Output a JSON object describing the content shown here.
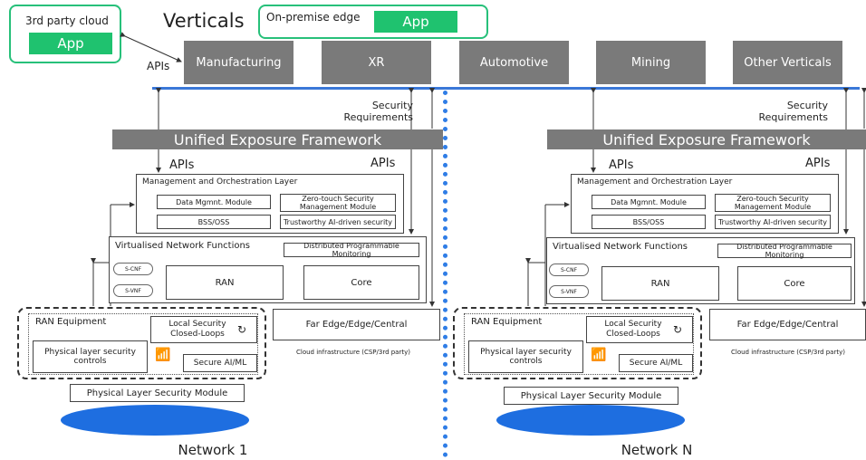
{
  "header": {
    "title": "Verticals",
    "third_party_cloud_label": "3rd party cloud",
    "third_party_app": "App",
    "on_premise_label": "On-premise edge",
    "on_premise_app": "App",
    "apis_label": "APIs"
  },
  "verticals": [
    "Manufacturing",
    "XR",
    "Automotive",
    "Mining",
    "Other Verticals"
  ],
  "networks": [
    {
      "security_requirements": "Security\nRequirements",
      "uef": "Unified Exposure Framework",
      "apis_left": "APIs",
      "apis_right": "APIs",
      "mgmt_title": "Management and Orchestration Layer",
      "data_mgmt": "Data Mgmnt. Module",
      "zero_touch": "Zero-touch Security Management Module",
      "bss_oss": "BSS/OSS",
      "trustworthy_ai": "Trustworthy AI-driven security",
      "vnf_title": "Virtualised Network Functions",
      "dist_monitoring": "Distributed Programmable Monitoring",
      "s_cnf": "S-CNF",
      "s_vnf": "S-VNF",
      "ran": "RAN",
      "core": "Core",
      "ran_equipment": "RAN Equipment",
      "local_security": "Local Security Closed-Loops",
      "phy_controls": "Physical layer security controls",
      "secure_ai": "Secure AI/ML",
      "far_edge": "Far Edge/Edge/Central",
      "cloud_infra": "Cloud infrastructure (CSP/3rd party)",
      "phy_module": "Physical Layer Security Module",
      "network_label": "Network 1"
    },
    {
      "security_requirements": "Security\nRequirements",
      "uef": "Unified Exposure Framework",
      "apis_left": "APIs",
      "apis_right": "APIs",
      "mgmt_title": "Management and Orchestration Layer",
      "data_mgmt": "Data Mgmnt. Module",
      "zero_touch": "Zero-touch Security Management Module",
      "bss_oss": "BSS/OSS",
      "trustworthy_ai": "Trustworthy AI-driven security",
      "vnf_title": "Virtualised Network Functions",
      "dist_monitoring": "Distributed Programmable Monitoring",
      "s_cnf": "S-CNF",
      "s_vnf": "S-VNF",
      "ran": "RAN",
      "core": "Core",
      "ran_equipment": "RAN Equipment",
      "local_security": "Local Security Closed-Loops",
      "phy_controls": "Physical layer security controls",
      "secure_ai": "Secure AI/ML",
      "far_edge": "Far Edge/Edge/Central",
      "cloud_infra": "Cloud infrastructure (CSP/3rd party)",
      "phy_module": "Physical Layer Security Module",
      "network_label": "Network N"
    }
  ],
  "colors": {
    "green": "#1fc26f",
    "grey": "#7a7a7a",
    "blue": "#1e6ee0",
    "blue_line": "#3a78d8"
  }
}
